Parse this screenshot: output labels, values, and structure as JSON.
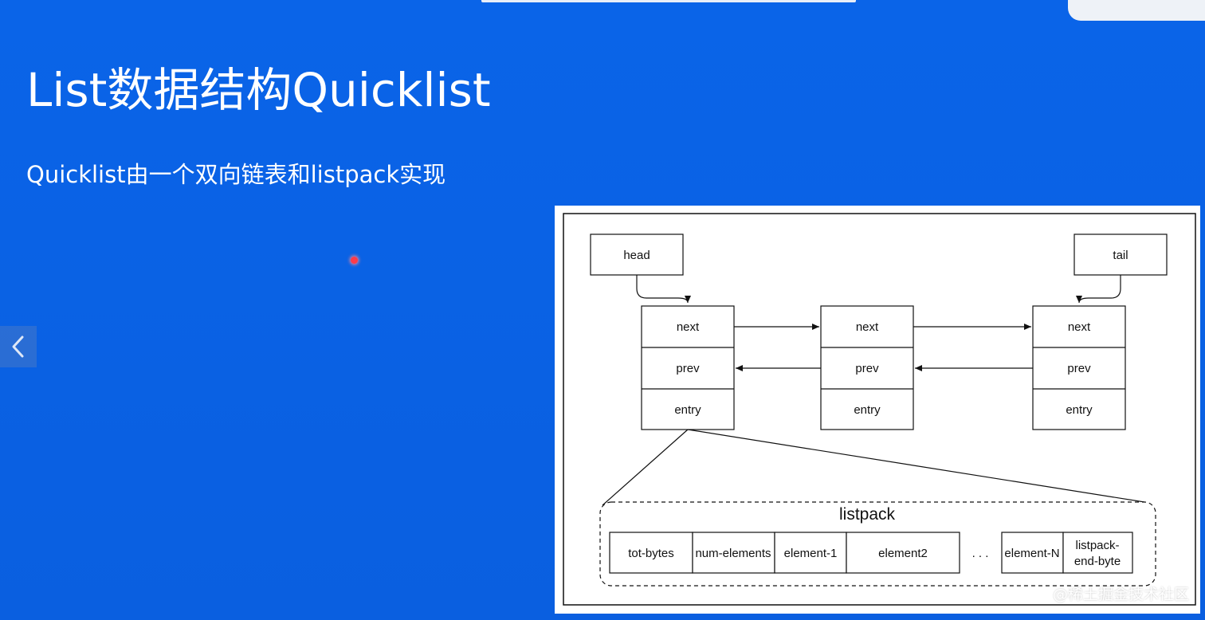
{
  "slide": {
    "title": "List数据结构Quicklist",
    "subtitle": "Quicklist由一个双向链表和listpack实现"
  },
  "diagram": {
    "head_label": "head",
    "tail_label": "tail",
    "node_fields": [
      "next",
      "prev",
      "entry"
    ],
    "listpack_title": "listpack",
    "listpack_cells": [
      "tot-bytes",
      "num-elements",
      "element-1",
      "element2",
      "element-N"
    ],
    "listpack_end_line1": "listpack-",
    "listpack_end_line2": "end-byte",
    "ellipsis": ". . ."
  },
  "watermark": "@稀土掘金技术社区",
  "colors": {
    "background": "#0a64e8",
    "text": "#ffffff",
    "diagram_bg": "#ffffff",
    "stroke": "#111111"
  },
  "icons": {
    "prev": "chevron-left-icon"
  }
}
